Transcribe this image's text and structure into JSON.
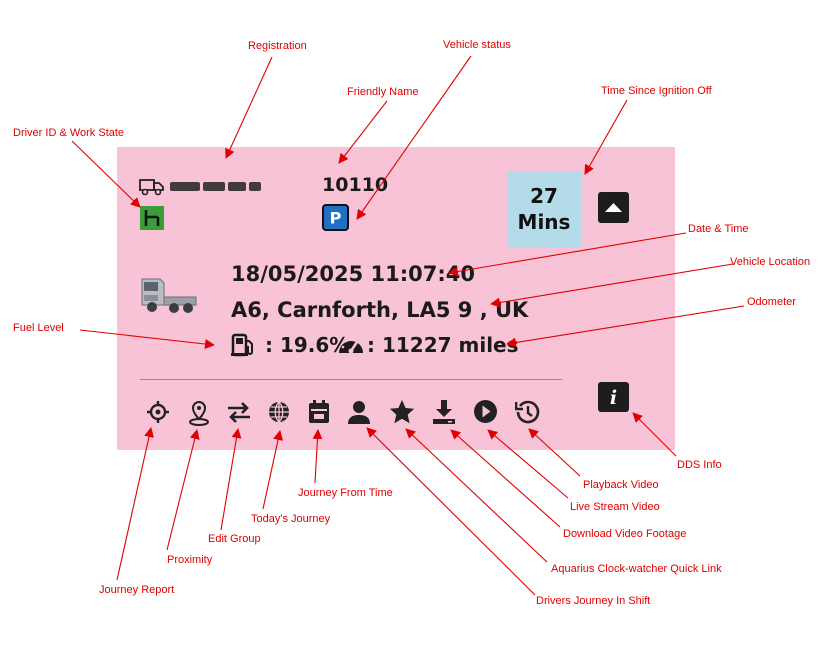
{
  "card": {
    "friendly_name": "10110",
    "status_badge": "P",
    "time_since_ignition": {
      "value": "27",
      "unit": "Mins"
    },
    "datetime": "18/05/2025 11:07:40",
    "location": "A6, Carnforth, LA5 9 , UK",
    "fuel": ": 19.6%",
    "odometer": ": 11227 miles",
    "info_label": "i"
  },
  "annotations": {
    "registration": "Registration",
    "vehicle_status": "Vehicle status",
    "friendly_name": "Friendly Name",
    "time_since_ignition": "Time Since Ignition Off",
    "driver_id": "Driver ID & Work State",
    "date_time": "Date & Time",
    "vehicle_location": "Vehicle Location",
    "odometer": "Odometer",
    "fuel_level": "Fuel Level",
    "dds_info": "DDS Info",
    "playback_video": "Playback Video",
    "live_stream_video": "Live Stream Video",
    "download_video": "Download Video Footage",
    "aquarius": "Aquarius Clock-watcher Quick Link",
    "drivers_journey": "Drivers Journey In Shift",
    "journey_from_time": "Journey From Time",
    "todays_journey": "Today's Journey",
    "edit_group": "Edit Group",
    "proximity": "Proximity",
    "journey_report": "Journey Report"
  },
  "colors": {
    "card_bg": "#f8c3d6",
    "annotation": "#e00000",
    "time_box": "#b3dbe9",
    "status_badge": "#1f6fc5",
    "work_state": "#3a9d3a"
  },
  "icons": [
    "truck-icon",
    "work-state-icon",
    "parking-status-icon",
    "collapse-up-icon",
    "vehicle-image",
    "fuel-pump-icon",
    "speedometer-icon",
    "info-icon",
    "crosshair-icon",
    "location-pin-icon",
    "swap-arrows-icon",
    "globe-icon",
    "calendar-icon",
    "person-icon",
    "star-icon",
    "download-icon",
    "play-icon",
    "history-icon"
  ]
}
